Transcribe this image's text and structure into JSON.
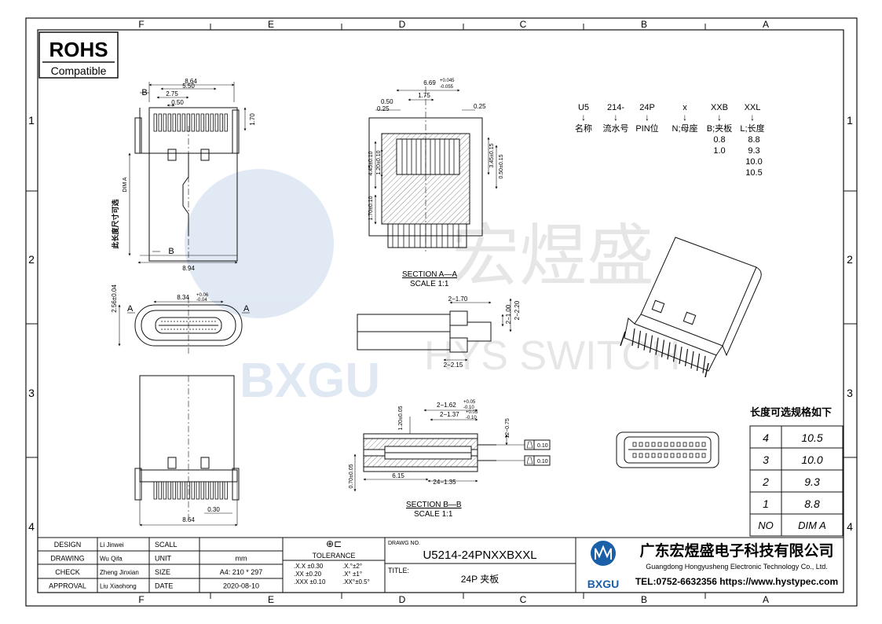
{
  "grid": {
    "columns": [
      "F",
      "E",
      "D",
      "C",
      "B",
      "A"
    ],
    "rows": [
      "1",
      "2",
      "3",
      "4"
    ]
  },
  "rohs": {
    "title": "ROHS",
    "subtitle": "Compatible"
  },
  "watermark": {
    "brand_cn": "宏煜盛",
    "brand_en": "HYS SWITCH",
    "logo_text": "BXGU"
  },
  "top_view": {
    "dims": [
      "8.64",
      "5.50",
      "2.75",
      "0.50",
      "1.70",
      "8.94",
      "DIM A"
    ],
    "section_letter": "B",
    "note": "此长度尺寸可选"
  },
  "front_view": {
    "dims": [
      "8.34",
      "+0.06",
      "-0.04",
      "2.56±0.04"
    ],
    "section_letter": "A"
  },
  "bottom_view": {
    "dims": [
      "8.64",
      "0.30"
    ]
  },
  "section_a": {
    "title": "SECTION A—A",
    "scale": "SCALE 1:1",
    "dims": [
      "6.69",
      "+0.045",
      "-0.055",
      "1.75",
      "0.50",
      "0.25",
      "0.25",
      "4.45±0.10",
      "1.20±0.10",
      "1.70±0.10",
      "3.45±0.15",
      "0.50±0.15"
    ]
  },
  "side_view": {
    "dims": [
      "2−1.70",
      "2−1.00",
      "2−2.20",
      "2−2.15"
    ]
  },
  "section_b": {
    "title": "SECTION B—B",
    "scale": "SCALE 1:1",
    "dims": [
      "1.20±0.05",
      "2−1.62",
      "+0.05",
      "-0.10",
      "2−1.37",
      "+0.05",
      "-0.10",
      "12−0.75",
      "0.10",
      "0.10",
      "0.70±0.05",
      "6.15",
      "24−1.35"
    ]
  },
  "part_code": {
    "segments": [
      {
        "code": "U5",
        "meaning": "名称",
        "options": []
      },
      {
        "code": "214-",
        "meaning": "流水号",
        "options": []
      },
      {
        "code": "24P",
        "meaning": "PIN位",
        "options": []
      },
      {
        "code": "x",
        "meaning": "N;母座",
        "options": []
      },
      {
        "code": "XXB",
        "meaning": "B;夹板",
        "options": [
          "0.8",
          "1.0"
        ]
      },
      {
        "code": "XXL",
        "meaning": "L;长度",
        "options": [
          "8.8",
          "9.3",
          "10.0",
          "10.5"
        ]
      }
    ]
  },
  "length_table": {
    "title": "长度可选规格如下",
    "rows": [
      {
        "no": "4",
        "value": "10.5"
      },
      {
        "no": "3",
        "value": "10.0"
      },
      {
        "no": "2",
        "value": "9.3"
      },
      {
        "no": "1",
        "value": "8.8"
      }
    ],
    "header": {
      "no": "NO",
      "value": "DIM A"
    }
  },
  "title_block": {
    "roles": [
      {
        "label": "DESIGN",
        "name": "Li Jinwei",
        "field": "SCALL",
        "value": ""
      },
      {
        "label": "DRAWING",
        "name": "Wu Qifa",
        "field": "UNIT",
        "value": "mm"
      },
      {
        "label": "CHECK",
        "name": "Zheng Jinxian",
        "field": "SIZE",
        "value": "A4: 210 * 297"
      },
      {
        "label": "APPROVAL",
        "name": "Liu Xiaohong",
        "field": "DATE",
        "value": "2020-08-10"
      }
    ],
    "tolerance": {
      "symbol": "⊕⊏",
      "title": "TOLERANCE",
      "rows": [
        {
          "a": ".X.X  ±0.30",
          "b": ".X.°±2°"
        },
        {
          "a": ".XX  ±0.20",
          "b": ".X° ±1°"
        },
        {
          "a": ".XXX  ±0.10",
          "b": ".XX°±0.5°"
        }
      ]
    },
    "drawing_no_label": "DRAWG NO.",
    "drawing_no": "U5214-24PNXXBXXL",
    "title_label": "TITLE:",
    "title": "24P 夹板",
    "company_cn": "广东宏煜盛电子科技有限公司",
    "company_en": "Guangdong Hongyusheng Electronic Technology Co., Ltd.",
    "contact": "TEL:0752-6632356  https://www.hystypec.com",
    "logo_text": "BXGU"
  }
}
